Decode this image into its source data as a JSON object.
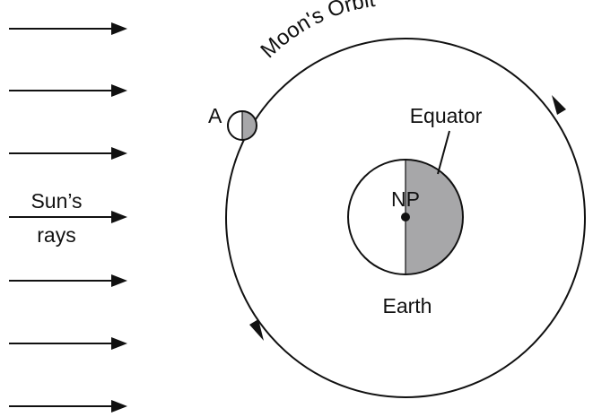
{
  "diagram": {
    "orbit_label": "Moon's Orbit",
    "moon_position_label": "A",
    "sun_label_line1": "Sun’s",
    "sun_label_line2": "rays",
    "equator_label": "Equator",
    "pole_label": "NP",
    "earth_label": "Earth"
  },
  "colors": {
    "line": "#111111",
    "shadow": "#a7a7a9",
    "background": "#ffffff"
  }
}
